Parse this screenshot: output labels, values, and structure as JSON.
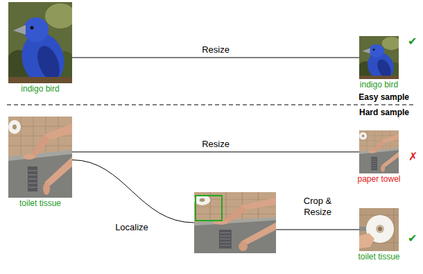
{
  "diagram": {
    "nodes": [
      {
        "text": [
          "indigo bird"
        ]
      },
      {
        "text": [
          "indigo bird"
        ]
      },
      {
        "text": [
          "toilet tissue"
        ]
      },
      {
        "text": [
          "paper towel"
        ]
      },
      {
        "text": []
      },
      {
        "text": [
          "toilet tissue"
        ]
      }
    ],
    "edges": [
      {
        "from": 0,
        "to": 1,
        "arrow": "none",
        "label": "Resize"
      },
      {
        "from": 2,
        "to": 3,
        "arrow": "none",
        "label": "Resize"
      },
      {
        "from": 2,
        "to": 4,
        "arrow": "none",
        "label": "Localize"
      },
      {
        "from": 4,
        "to": 5,
        "arrow": "none",
        "label": "Crop & Resize"
      }
    ],
    "labels": [
      "✔",
      "Easy sample",
      "Hard sample",
      "✗",
      "✔"
    ]
  }
}
